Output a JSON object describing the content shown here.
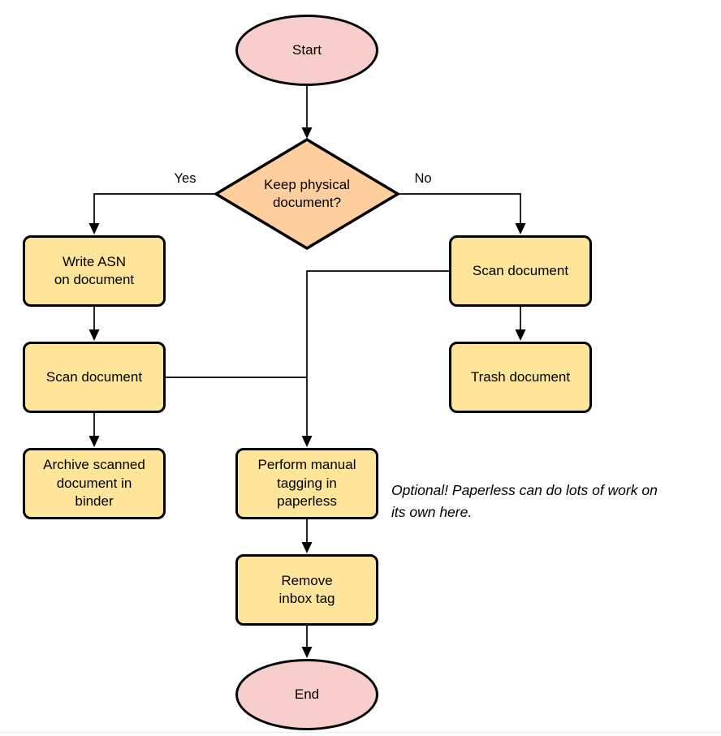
{
  "palette": {
    "terminal_fill": "#f8cecc",
    "decision_fill": "#ffce9f",
    "process_fill": "#ffe599",
    "stroke": "#000000",
    "text": "#000000"
  },
  "nodes": {
    "start": {
      "type": "terminal",
      "label": "Start"
    },
    "decision": {
      "type": "decision",
      "label": "Keep physical\ndocument?"
    },
    "write_asn": {
      "type": "process",
      "label": "Write ASN\non document"
    },
    "scan_left": {
      "type": "process",
      "label": "Scan document"
    },
    "archive": {
      "type": "process",
      "label": "Archive scanned\ndocument in\nbinder"
    },
    "scan_right": {
      "type": "process",
      "label": "Scan document"
    },
    "trash": {
      "type": "process",
      "label": "Trash document"
    },
    "tagging": {
      "type": "process",
      "label": "Perform manual\ntagging in\npaperless"
    },
    "remove_inbox": {
      "type": "process",
      "label": "Remove\ninbox tag"
    },
    "end": {
      "type": "terminal",
      "label": "End"
    }
  },
  "edge_labels": {
    "yes": "Yes",
    "no": "No"
  },
  "annotation": {
    "text": "Optional! Paperless can do lots of work on\nits own here."
  }
}
